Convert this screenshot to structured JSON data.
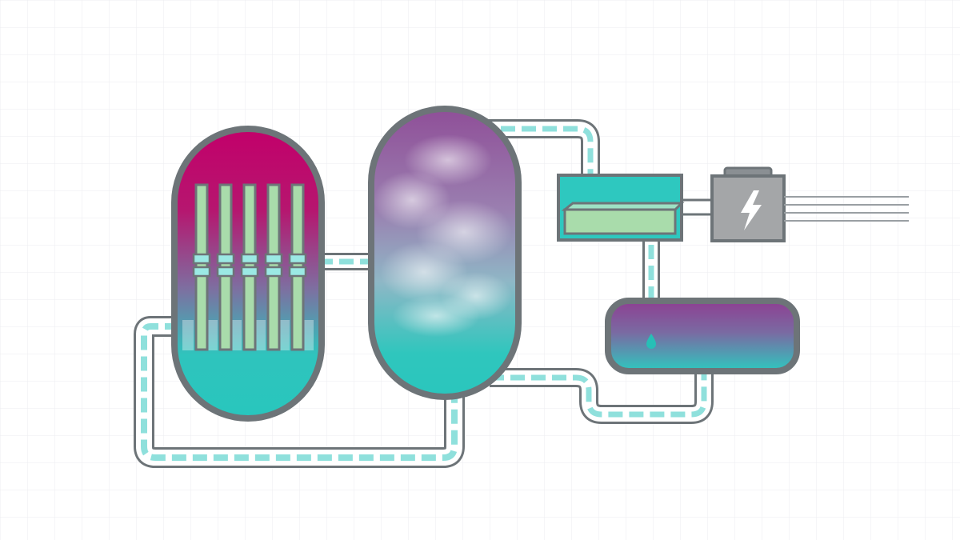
{
  "diagram": {
    "components": [
      {
        "id": "reactor-vessel",
        "icon": "control-rods-icon"
      },
      {
        "id": "steam-generator",
        "icon": "steam-cloud-icon"
      },
      {
        "id": "turbine",
        "icon": "turbine-blade-icon"
      },
      {
        "id": "generator",
        "icon": "lightning-bolt-icon"
      },
      {
        "id": "condenser",
        "icon": "water-drop-icon"
      }
    ],
    "control_rod_count": 5
  },
  "colors": {
    "background": "#ffffff",
    "grid": "#eceef1",
    "outline": "#6d7478",
    "magenta": "#c2006a",
    "purple": "#8e4f98",
    "teal": "#2ec8bf",
    "coolant": "#8fe0dc",
    "rod": "#a9dcab",
    "generator_gray": "#a4a6a8",
    "power_line": "#9a9fa3"
  }
}
